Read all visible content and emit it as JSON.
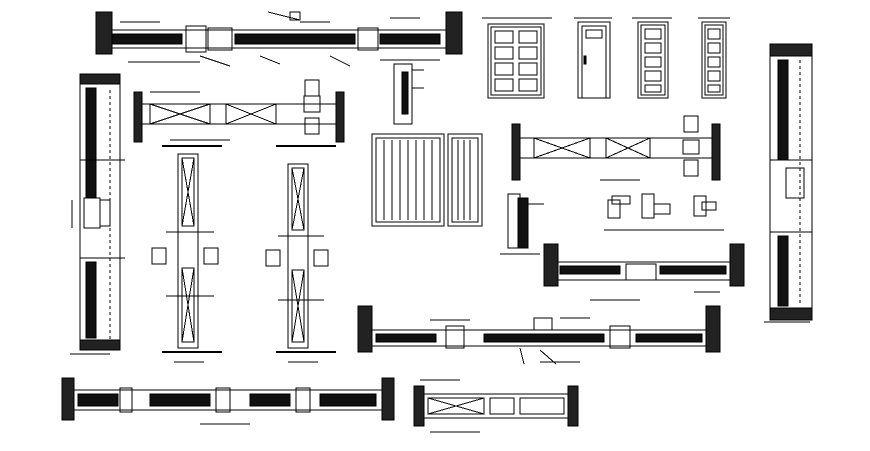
{
  "sheet": {
    "ink": "#000000",
    "paper": "#ffffff",
    "drawings": [
      "door-section-top",
      "door-elevation-panelled",
      "door-elevation-flush-glazed",
      "door-elevation-panelled-narrow",
      "door-elevation-panelled-slim",
      "door-section-left-vertical",
      "door-section-plan-top-left",
      "door-section-vertical-left",
      "door-section-vertical-right",
      "frame-detail-small",
      "door-elevation-louvred-pair",
      "frame-profile-detail",
      "door-section-plan-right",
      "frame-joint-details",
      "door-section-right-middle",
      "door-section-right-vertical",
      "door-section-bottom-center",
      "door-section-bottom-left",
      "door-section-bottom-right"
    ]
  }
}
